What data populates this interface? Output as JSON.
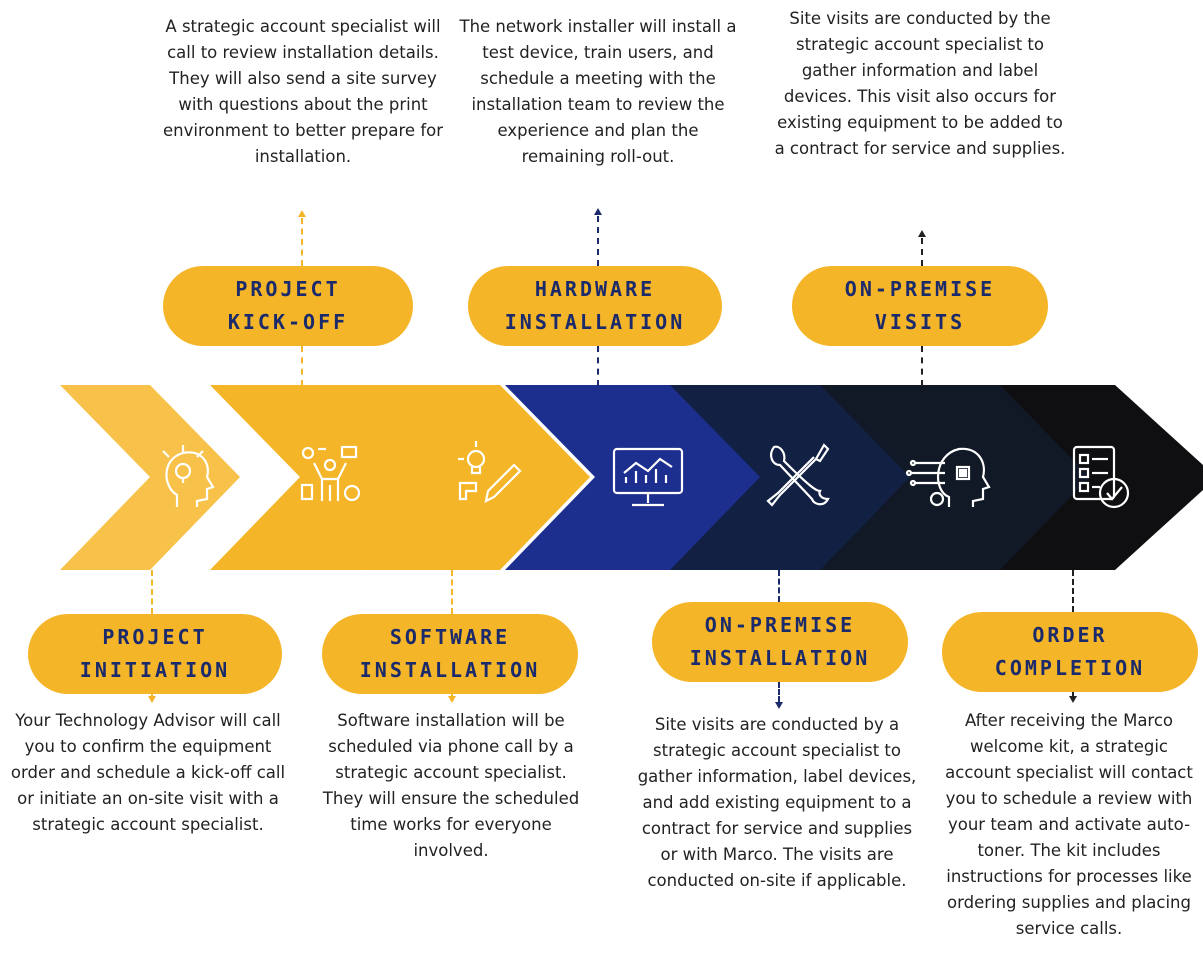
{
  "colors": {
    "accent": "#f5b528",
    "navy": "#1b2a6b",
    "dark": "#0f0f12"
  },
  "stages": [
    {
      "title_lines": [
        "PROJECT",
        "INITIATION"
      ],
      "icon": "lightbulb-head-icon",
      "description": "Your Technology Advisor will call you to confirm the equipment order and schedule a kick-off call or initiate an on-site visit with a strategic account specialist."
    },
    {
      "title_lines": [
        "PROJECT",
        "KICK-OFF"
      ],
      "icon": "team-collaboration-icon",
      "description": "A strategic account specialist will call to review installation details. They will also send a site survey with questions about the print environment to better prepare for installation."
    },
    {
      "title_lines": [
        "SOFTWARE",
        "INSTALLATION"
      ],
      "icon": "idea-pencil-icon",
      "description": "Software installation will be scheduled via phone call by a strategic account specialist. They will ensure the scheduled time works for everyone involved."
    },
    {
      "title_lines": [
        "HARDWARE",
        "INSTALLATION"
      ],
      "icon": "monitor-analytics-icon",
      "description": "The network installer will install a test device, train users, and schedule a meeting with the installation team to review the experience and plan the remaining roll-out."
    },
    {
      "title_lines": [
        "ON-PREMISE",
        "INSTALLATION"
      ],
      "icon": "wrench-screwdriver-icon",
      "description": "Site visits are conducted by a strategic account specialist to gather information, label devices, and add existing equipment to a contract for service and supplies or with Marco. The visits are conducted on-site if applicable."
    },
    {
      "title_lines": [
        "ON-PREMISE",
        "VISITS"
      ],
      "icon": "ai-head-gear-icon",
      "description": "Site visits are conducted by the strategic account specialist to gather information and label devices. This visit also occurs for existing equipment to be added to a contract for service and supplies."
    },
    {
      "title_lines": [
        "ORDER",
        "COMPLETION"
      ],
      "icon": "checklist-check-icon",
      "description": "After receiving the Marco welcome kit, a strategic account specialist will contact you to schedule a review with your team and activate auto-toner. The kit includes instructions for processes like ordering supplies and placing service calls."
    }
  ]
}
